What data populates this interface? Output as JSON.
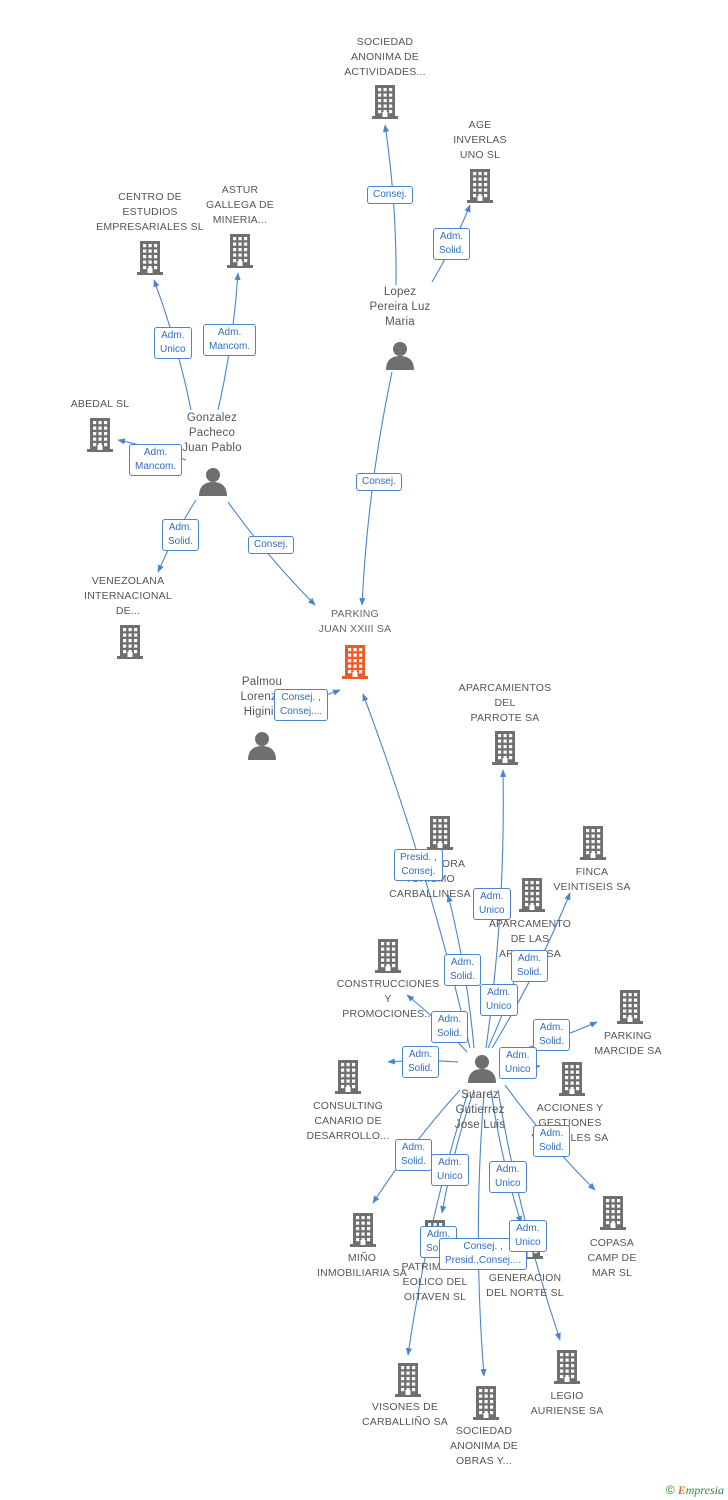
{
  "colors": {
    "edge": "#4a86cf",
    "company_icon": "#6f6f6f",
    "main_icon": "#f05a28",
    "person_icon": "#6f6f6f"
  },
  "nodes": [
    {
      "id": "parking",
      "label": "PARKING\nJUAN XXIII SA",
      "kind": "company",
      "main": true
    },
    {
      "id": "sociedad_act",
      "label": "SOCIEDAD\nANONIMA DE\nACTIVIDADES...",
      "kind": "company"
    },
    {
      "id": "age",
      "label": "AGE\nINVERLAS\nUNO SL",
      "kind": "company"
    },
    {
      "id": "centro",
      "label": "CENTRO DE\nESTUDIOS\nEMPRESARIALES SL",
      "kind": "company"
    },
    {
      "id": "astur",
      "label": "ASTUR\nGALLEGA DE\nMINERIA...",
      "kind": "company"
    },
    {
      "id": "abedal",
      "label": "ABEDAL SL",
      "kind": "company"
    },
    {
      "id": "venezolana",
      "label": "VENEZOLANA\nINTERNACIONAL\nDE...",
      "kind": "company"
    },
    {
      "id": "lopez",
      "label": "Lopez\nPereira Luz\nMaria",
      "kind": "person"
    },
    {
      "id": "gonzalez",
      "label": "Gonzalez\nPacheco\nJuan Pablo",
      "kind": "person"
    },
    {
      "id": "palmou",
      "label": "Palmou\nLorenzo\nHiginio",
      "kind": "person"
    },
    {
      "id": "suarez",
      "label": "Suarez\nGutierrez\nJose Luis",
      "kind": "person"
    },
    {
      "id": "aparcamientos_parrote",
      "label": "APARCAMIENTOS\nDEL\nPARROTE SA",
      "kind": "company"
    },
    {
      "id": "promotora",
      "label": "PROMOTORA\nTURISMO\nCARBALLINESA",
      "kind": "company"
    },
    {
      "id": "finca",
      "label": "FINCA\nVEINTISEIS SA",
      "kind": "company"
    },
    {
      "id": "aparcamento",
      "label": "APARCAMENTO\nDE LAS\nARENAS SA",
      "kind": "company"
    },
    {
      "id": "construcciones",
      "label": "CONSTRUCCIONES\nY\nPROMOCIONES...",
      "kind": "company"
    },
    {
      "id": "parking_marcide",
      "label": "PARKING\nMARCIDE SA",
      "kind": "company"
    },
    {
      "id": "consulting",
      "label": "CONSULTING\nCANARIO DE\nDESARROLLO...",
      "kind": "company"
    },
    {
      "id": "acciones",
      "label": "ACCIONES Y\nGESTIONES\nVARIABLES SA",
      "kind": "company"
    },
    {
      "id": "copasa",
      "label": "COPASA\nCAMP DE\nMAR SL",
      "kind": "company"
    },
    {
      "id": "mino",
      "label": "MIÑO\nINMOBILIARIA SA",
      "kind": "company"
    },
    {
      "id": "patrimonio",
      "label": "PATRIMONIO\nEOLICO DEL\nOITAVEN SL",
      "kind": "company"
    },
    {
      "id": "generacion",
      "label": "GENERACION\nDEL NORTE SL",
      "kind": "company"
    },
    {
      "id": "visones",
      "label": "VISONES DE\nCARBALLIÑO SA",
      "kind": "company"
    },
    {
      "id": "sociedad_obras",
      "label": "SOCIEDAD\nANONIMA DE\nOBRAS Y...",
      "kind": "company"
    },
    {
      "id": "legio",
      "label": "LEGIO\nAURIENSE SA",
      "kind": "company"
    }
  ],
  "edges": [
    {
      "from": "lopez",
      "to": "sociedad_act",
      "label": "Consej."
    },
    {
      "from": "lopez",
      "to": "age",
      "label": "Adm.\nSolid."
    },
    {
      "from": "lopez",
      "to": "parking",
      "label": "Consej."
    },
    {
      "from": "gonzalez",
      "to": "centro",
      "label": "Adm.\nUnico"
    },
    {
      "from": "gonzalez",
      "to": "astur",
      "label": "Adm.\nMancom."
    },
    {
      "from": "gonzalez",
      "to": "abedal",
      "label": "Adm.\nMancom."
    },
    {
      "from": "gonzalez",
      "to": "venezolana",
      "label": "Adm.\nSolid."
    },
    {
      "from": "gonzalez",
      "to": "parking",
      "label": "Consej."
    },
    {
      "from": "palmou",
      "to": "parking",
      "label": "Consej. ,\nConsej...."
    },
    {
      "from": "suarez",
      "to": "parking",
      "label": "Presid. ,\nConsej."
    },
    {
      "from": "suarez",
      "to": "aparcamientos_parrote",
      "label": "Adm.\nUnico"
    },
    {
      "from": "suarez",
      "to": "promotora",
      "label": "Adm.\nSolid."
    },
    {
      "from": "suarez",
      "to": "finca",
      "label": "Adm.\nSolid."
    },
    {
      "from": "suarez",
      "to": "aparcamento",
      "label": "Adm.\nUnico"
    },
    {
      "from": "suarez",
      "to": "construcciones",
      "label": "Adm.\nSolid."
    },
    {
      "from": "suarez",
      "to": "parking_marcide",
      "label": "Adm.\nSolid."
    },
    {
      "from": "suarez",
      "to": "consulting",
      "label": "Adm.\nSolid."
    },
    {
      "from": "suarez",
      "to": "acciones",
      "label": "Adm.\nUnico"
    },
    {
      "from": "suarez",
      "to": "copasa",
      "label": "Adm.\nSolid."
    },
    {
      "from": "suarez",
      "to": "mino",
      "label": "Adm.\nSolid."
    },
    {
      "from": "suarez",
      "to": "patrimonio",
      "label": "Adm.\nUnico"
    },
    {
      "from": "suarez",
      "to": "generacion",
      "label": "Adm.\nUnico"
    },
    {
      "from": "suarez",
      "to": "visones",
      "label": "Adm.\nSolid."
    },
    {
      "from": "suarez",
      "to": "sociedad_obras",
      "label": "Consej. ,\nPresid.,Consej...."
    },
    {
      "from": "suarez",
      "to": "legio",
      "label": "Adm.\nUnico"
    }
  ],
  "footer": {
    "copyright": "©",
    "brand_initial": "E",
    "brand_rest": "mpresia"
  }
}
